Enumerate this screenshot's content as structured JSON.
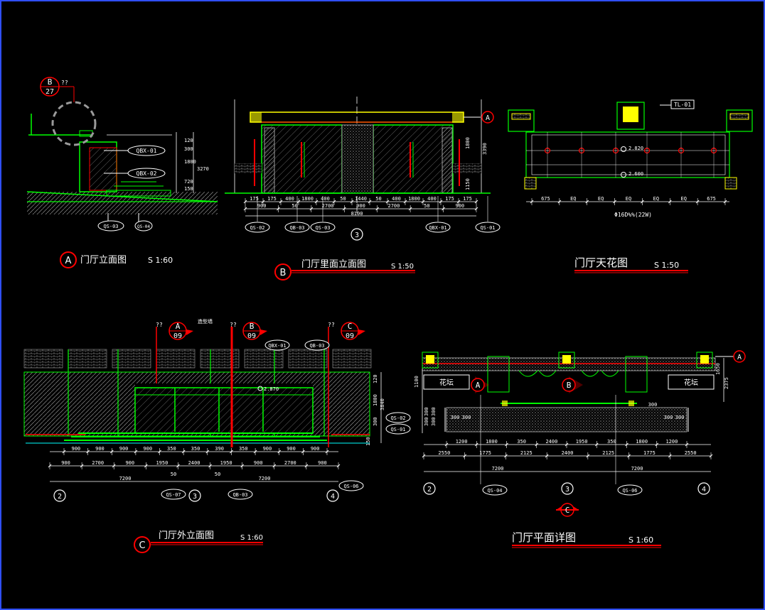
{
  "colors": {
    "background": "#000000",
    "border": "#2f4fff",
    "green": "#00ff00",
    "red": "#ff0000",
    "yellow": "#ffff00",
    "white": "#ffffff",
    "gray": "#9a9a9a"
  },
  "titles": {
    "a": {
      "marker": "A",
      "text": "门厅立面图",
      "scale": "S 1:60"
    },
    "b": {
      "marker": "B",
      "text": "门厅里面立面图",
      "scale": "S 1:50"
    },
    "ceiling": {
      "text": "门厅天花图",
      "scale": "S 1:50"
    },
    "c": {
      "marker": "C",
      "text": "门厅外立面图",
      "scale": "S 1:60"
    },
    "plan": {
      "text": "门厅平面详图",
      "scale": "S 1:60"
    }
  },
  "view_a": {
    "callout": {
      "letter": "B",
      "number": "27",
      "note": "??"
    },
    "tags": [
      "QBX-01",
      "QBX-02",
      "QS-03",
      "QS-04"
    ],
    "dims": [
      "120",
      "300",
      "1800",
      "3270",
      "720",
      "150"
    ]
  },
  "view_b": {
    "axis_marker": "A",
    "grid_bubble": "3",
    "tags": [
      "QS-02",
      "QB-03",
      "QS-03",
      "QBX-01",
      "QS-01"
    ],
    "dims_row1": [
      "175",
      "175",
      "400",
      "1800",
      "400",
      "50",
      "1440",
      "50",
      "400",
      "1800",
      "400",
      "175",
      "175"
    ],
    "dims_row2": [
      "900",
      "50",
      "2700",
      "900",
      "2700",
      "50",
      "900"
    ],
    "dims_total": "8100",
    "right_dims": [
      "3390",
      "1800",
      "1150"
    ]
  },
  "ceiling": {
    "tag": "TL-01",
    "levels": [
      "2.820",
      "2.600"
    ],
    "dims": [
      "675",
      "EQ",
      "EQ",
      "EQ",
      "EQ",
      "EQ",
      "675"
    ],
    "fixture_note": "Φ16D%%(22W)"
  },
  "view_c": {
    "callouts": [
      {
        "letter": "A",
        "number": "09",
        "note": "??"
      },
      {
        "letter": "B",
        "number": "09",
        "note": "??"
      },
      {
        "letter": "C",
        "number": "09",
        "note": "??"
      }
    ],
    "tags": [
      "QBX-01",
      "QB-03",
      "QS-02",
      "QS-01",
      "QS-07",
      "QB-03",
      "QS-06"
    ],
    "level": "2.870",
    "grid_bubbles": [
      "2",
      "3",
      "4"
    ],
    "dims_row1": [
      "900",
      "900",
      "900",
      "900",
      "350",
      "350",
      "390",
      "350",
      "900",
      "900",
      "900"
    ],
    "dims_row2": [
      "900",
      "2700",
      "900",
      "1950",
      "2400",
      "1950",
      "900",
      "2700",
      "900"
    ],
    "dims_sub": [
      "50",
      "50"
    ],
    "dims_total": [
      "7200",
      "7200"
    ],
    "right_dims": [
      "120",
      "1800",
      "3840",
      "300",
      "150"
    ]
  },
  "plan": {
    "labels": [
      "花坛",
      "花坛"
    ],
    "section_markers": [
      "A",
      "B"
    ],
    "bottom_marker": "C",
    "axis_marker": "A",
    "grid_bubbles": [
      "2",
      "3",
      "4"
    ],
    "tags": [
      "QS-04",
      "QS-06"
    ],
    "dims_row1": [
      "1200",
      "1800",
      "350",
      "2400",
      "1950",
      "350",
      "1800",
      "1200"
    ],
    "dims_row2": [
      "2550",
      "1775",
      "2125",
      "2400",
      "2125",
      "1775",
      "2550"
    ],
    "dims_total": [
      "7200",
      "7200"
    ],
    "left_dims": [
      "1100",
      "300",
      "300",
      "300",
      "300"
    ],
    "right_dims": [
      "1650",
      "2375"
    ],
    "small_dims": [
      "300",
      "300",
      "300",
      "300",
      "300"
    ]
  }
}
